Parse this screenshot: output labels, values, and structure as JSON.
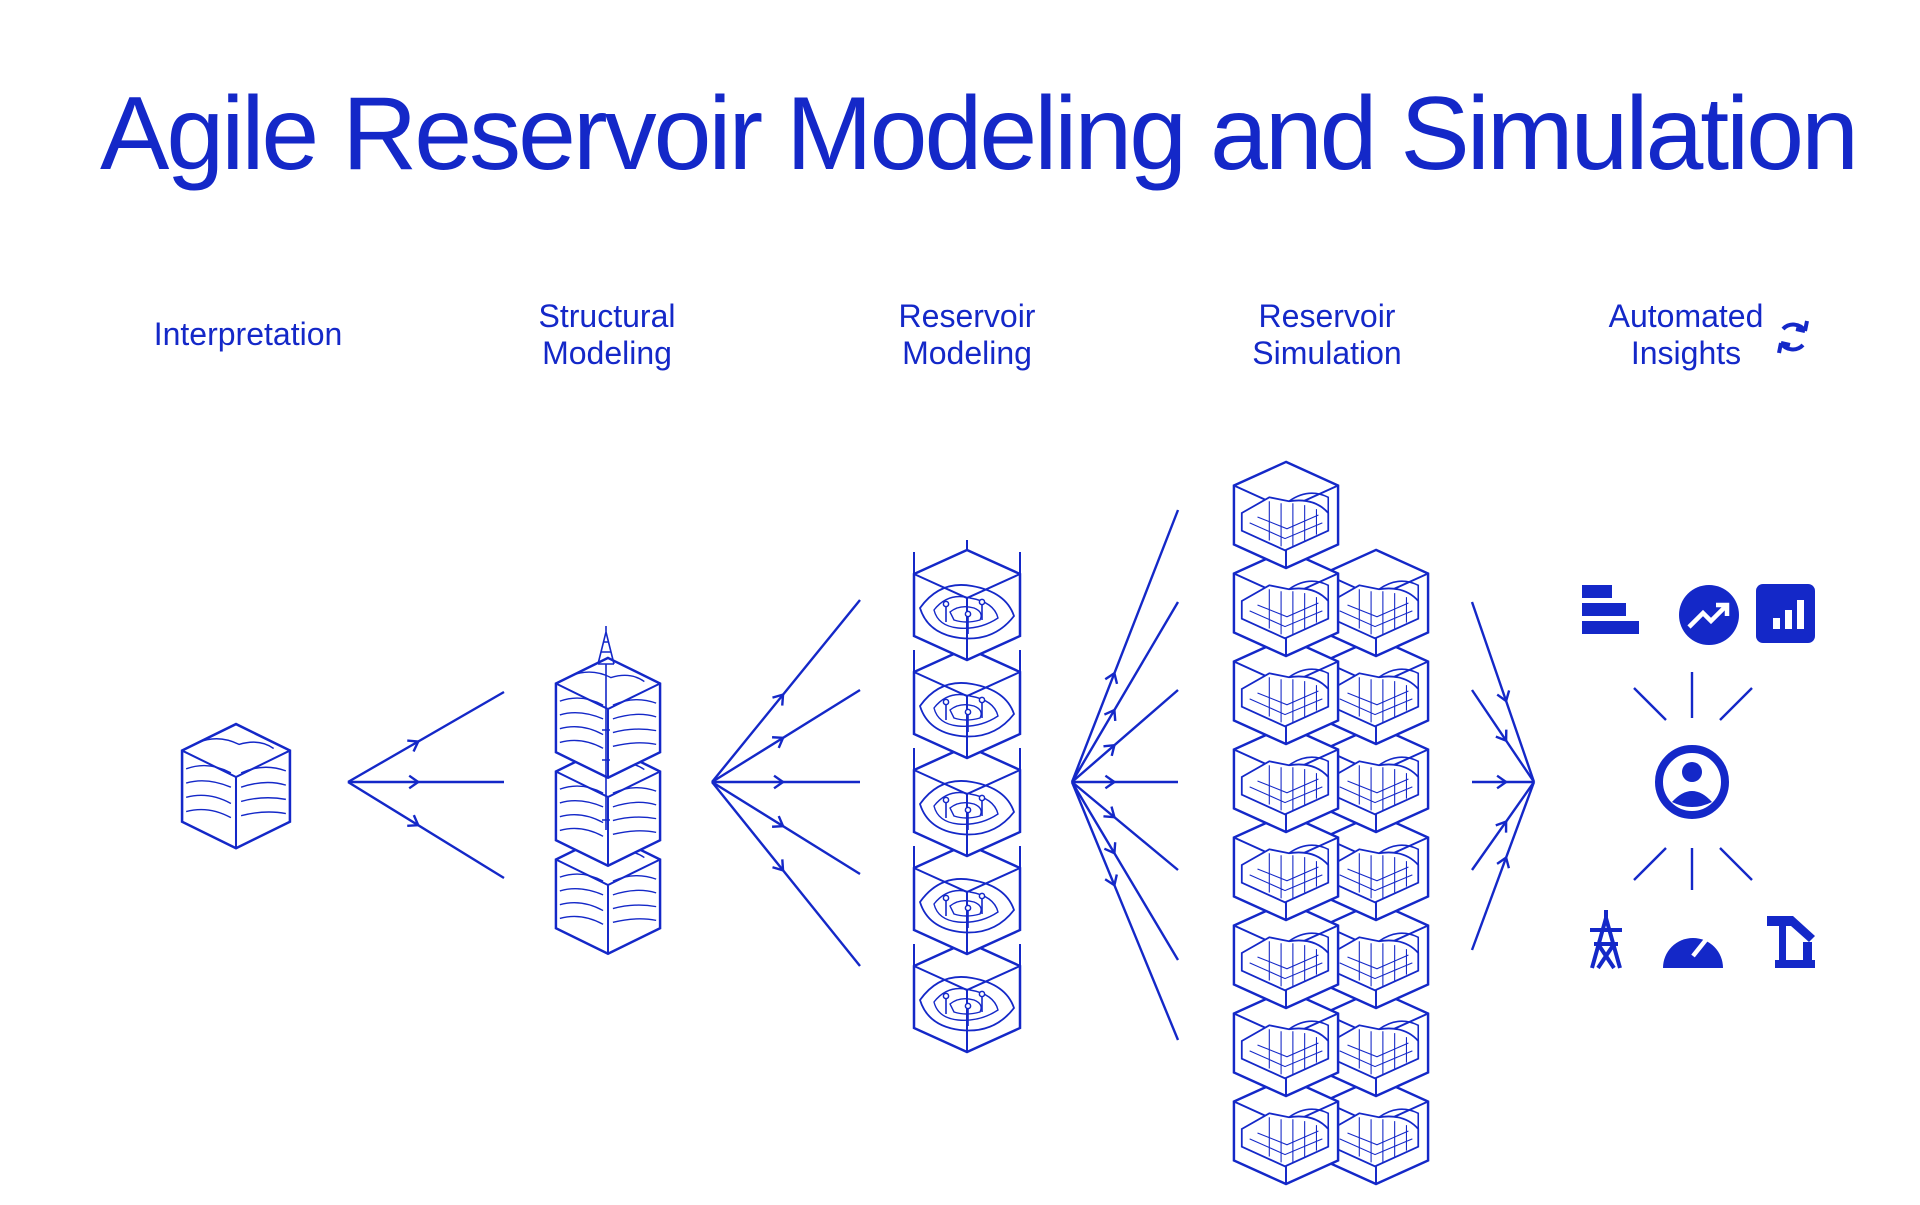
{
  "title": "Agile Reservoir Modeling and Simulation",
  "accent_color": "#1428c8",
  "stages": [
    {
      "id": "interpretation",
      "lines": [
        "Interpretation"
      ]
    },
    {
      "id": "structural-modeling",
      "lines": [
        "Structural",
        "Modeling"
      ]
    },
    {
      "id": "reservoir-modeling",
      "lines": [
        "Reservoir",
        "Modeling"
      ]
    },
    {
      "id": "reservoir-simulation",
      "lines": [
        "Reservoir",
        "Simulation"
      ]
    },
    {
      "id": "automated-insights",
      "lines": [
        "Automated",
        "Insights"
      ]
    }
  ],
  "icons": {
    "cycle": "cycle-arrows-icon",
    "insights_top": [
      "horizontal-bar-chart-icon",
      "trending-up-icon",
      "bar-chart-icon"
    ],
    "center": "user-profile-icon",
    "insights_bottom": [
      "power-tower-icon",
      "gauge-icon",
      "pumpjack-icon"
    ]
  }
}
